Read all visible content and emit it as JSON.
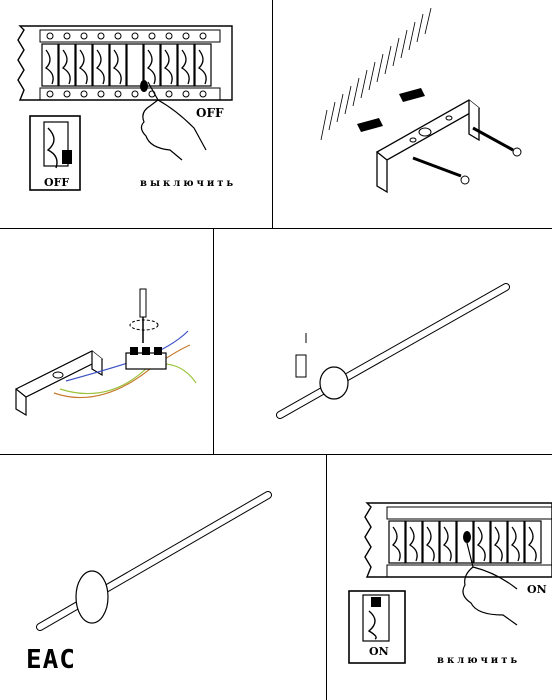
{
  "step1": {
    "off_label": "OFF",
    "switch_off_label": "OFF",
    "action_text": "выключить"
  },
  "step6": {
    "on_label": "ON",
    "switch_on_label": "ON",
    "action_text": "включить"
  },
  "certification_mark": "EAC"
}
